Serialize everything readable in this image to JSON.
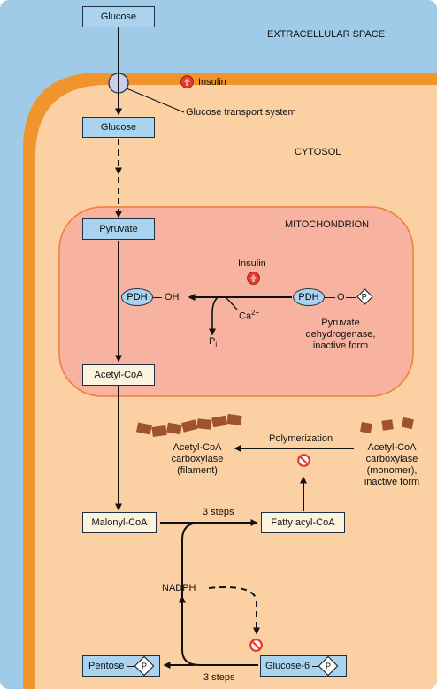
{
  "regions": {
    "extracellular": "EXTRACELLULAR SPACE",
    "cytosol": "CYTOSOL",
    "mitochondrion": "MITOCHONDRION"
  },
  "membrane": {
    "insulin": "Insulin",
    "transport": "Glucose transport system"
  },
  "boxes": {
    "glucose_out": "Glucose",
    "glucose_in": "Glucose",
    "pyruvate": "Pyruvate",
    "acetyl_coa": "Acetyl-CoA",
    "malonyl_coa": "Malonyl-CoA",
    "fatty_acyl_coa": "Fatty acyl-CoA",
    "pentose": "Pentose",
    "glucose6": "Glucose-6"
  },
  "pdh": {
    "active_enzyme": "PDH",
    "active_group": "OH",
    "inactive_enzyme": "PDH",
    "inactive_o": "O",
    "phosphate": "P",
    "insulin": "Insulin",
    "calcium": "Ca",
    "calcium_sup": "2+",
    "pi": "P",
    "pi_sub": "i",
    "inactive_line1": "Pyruvate",
    "inactive_line2": "dehydrogenase,",
    "inactive_line3": "inactive form"
  },
  "acc": {
    "polymerization": "Polymerization",
    "filament_line1": "Acetyl-CoA",
    "filament_line2": "carboxylase",
    "filament_line3": "(filament)",
    "monomer_line1": "Acetyl-CoA",
    "monomer_line2": "carboxylase",
    "monomer_line3": "(monomer),",
    "monomer_line4": "inactive form"
  },
  "steps": {
    "top": "3 steps",
    "bottom": "3 steps",
    "nadph": "NADPH",
    "phosphate": "P"
  },
  "colors": {
    "extracellular": "#9fcbe8",
    "membrane": "#f0952d",
    "cytosol": "#fbd1a4",
    "mitochondrion": "#f7b3a0",
    "box_blue": "#a9d3ee",
    "box_cream": "#fbf3dd",
    "inhibit": "#e23b2e",
    "acc_brown": "#a0522d"
  }
}
